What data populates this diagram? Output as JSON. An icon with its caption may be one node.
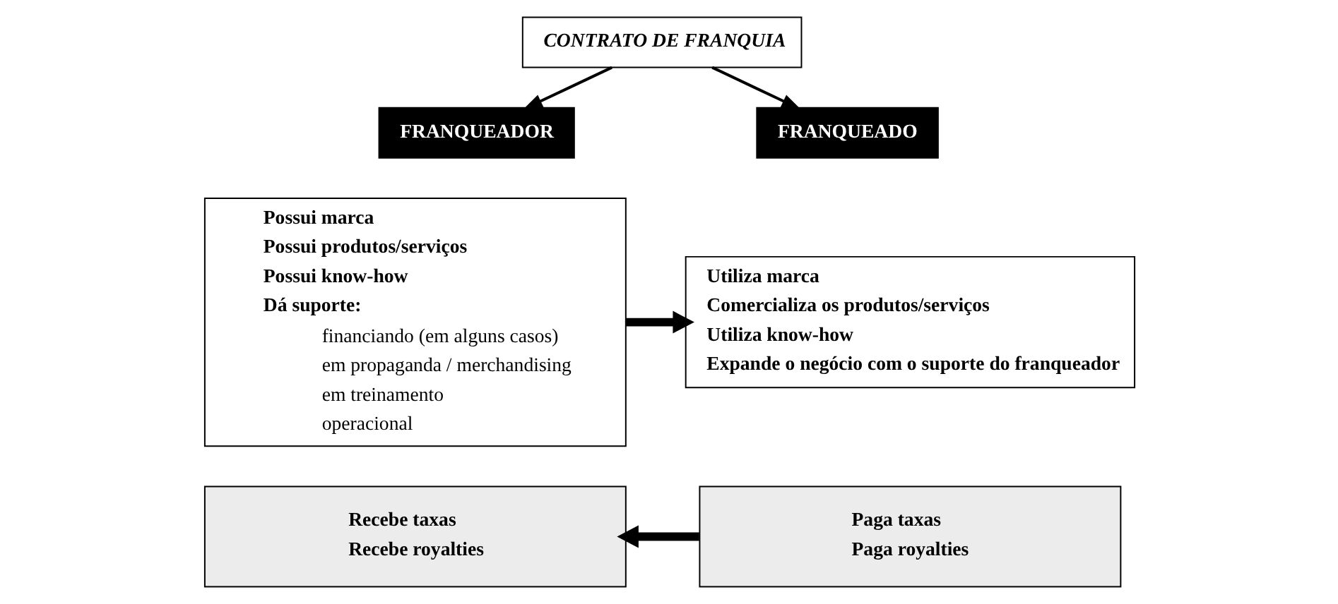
{
  "diagram": {
    "nodes": [
      {
        "text": [
          "CONTRATO DE FRANQUIA"
        ]
      },
      {
        "text": [
          "FRANQUEADOR"
        ]
      },
      {
        "text": [
          "FRANQUEADO"
        ]
      },
      {
        "text": [
          "Possui marca",
          "Possui produtos/serviços",
          "Possui know-how",
          "Dá suporte:",
          "financiando (em alguns casos)",
          "em propaganda / merchandising",
          "em treinamento",
          "operacional"
        ]
      },
      {
        "text": [
          "Utiliza marca",
          "Comercializa os produtos/serviços",
          "Utiliza know-how",
          "Expande o negócio com o suporte do franqueador"
        ]
      },
      {
        "text": [
          "Recebe taxas",
          "Recebe royalties"
        ]
      },
      {
        "text": [
          "Paga taxas",
          "Paga royalties"
        ]
      }
    ],
    "edges": [
      {
        "from": 0,
        "to": 1,
        "arrow": "to"
      },
      {
        "from": 0,
        "to": 2,
        "arrow": "to"
      },
      {
        "from": 3,
        "to": 4,
        "arrow": "to",
        "style": "thick"
      },
      {
        "from": 6,
        "to": 5,
        "arrow": "to",
        "style": "thick"
      }
    ]
  }
}
